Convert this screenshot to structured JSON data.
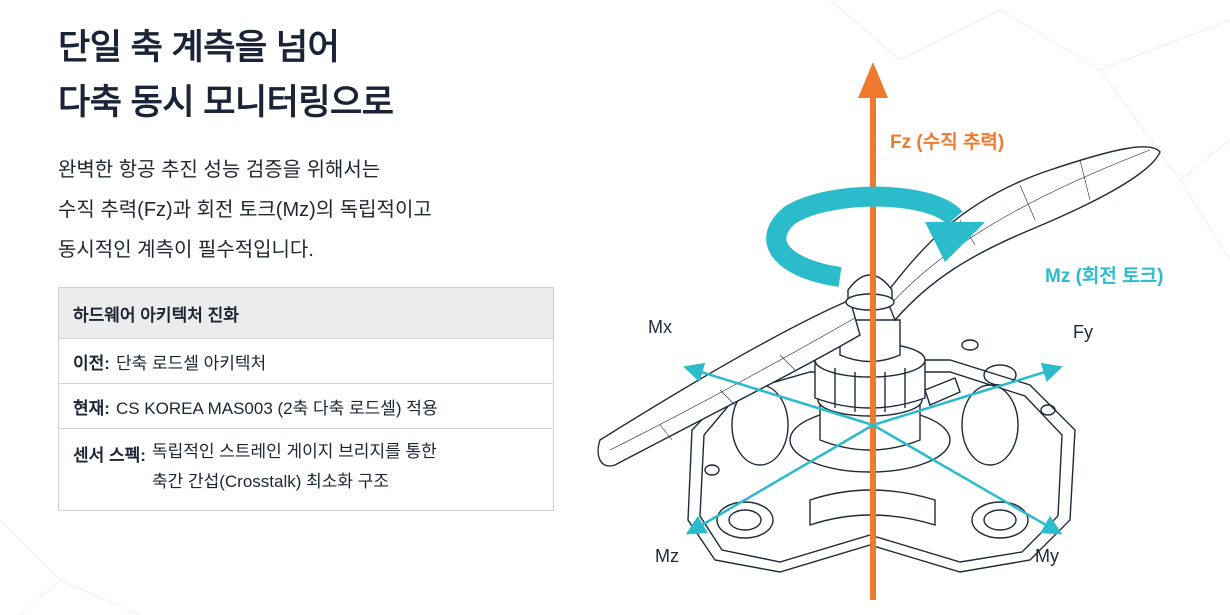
{
  "title": {
    "line1": "단일 축 계측을 넘어",
    "line2": "다축 동시 모니터링으로"
  },
  "intro": {
    "line1": "완벽한 항공 추진 성능 검증을 위해서는",
    "line2": "수직 추력(Fz)과 회전 토크(Mz)의 독립적이고",
    "line3": "동시적인 계측이 필수적입니다."
  },
  "table": {
    "header": "하드웨어 아키텍처 진화",
    "rows": [
      {
        "key": "이전:",
        "value": "단축 로드셀 아키텍처"
      },
      {
        "key": "현재:",
        "value": "CS KOREA MAS003 (2축 다축 로드셀) 적용"
      },
      {
        "key": "센서 스펙:",
        "value_line1": "독립적인 스트레인 게이지 브리지를 통한",
        "value_line2": "축간 간섭(Crosstalk) 최소화 구조"
      }
    ]
  },
  "diagram": {
    "fz_label": "Fz (수직 추력)",
    "mz_rot_label": "Mz (회전 토크)",
    "axes": {
      "mx": "Mx",
      "fy": "Fy",
      "mz": "Mz",
      "my": "My"
    },
    "colors": {
      "force": "#ef7a2f",
      "moment": "#2bbccc",
      "line": "#1e2a3a"
    }
  }
}
